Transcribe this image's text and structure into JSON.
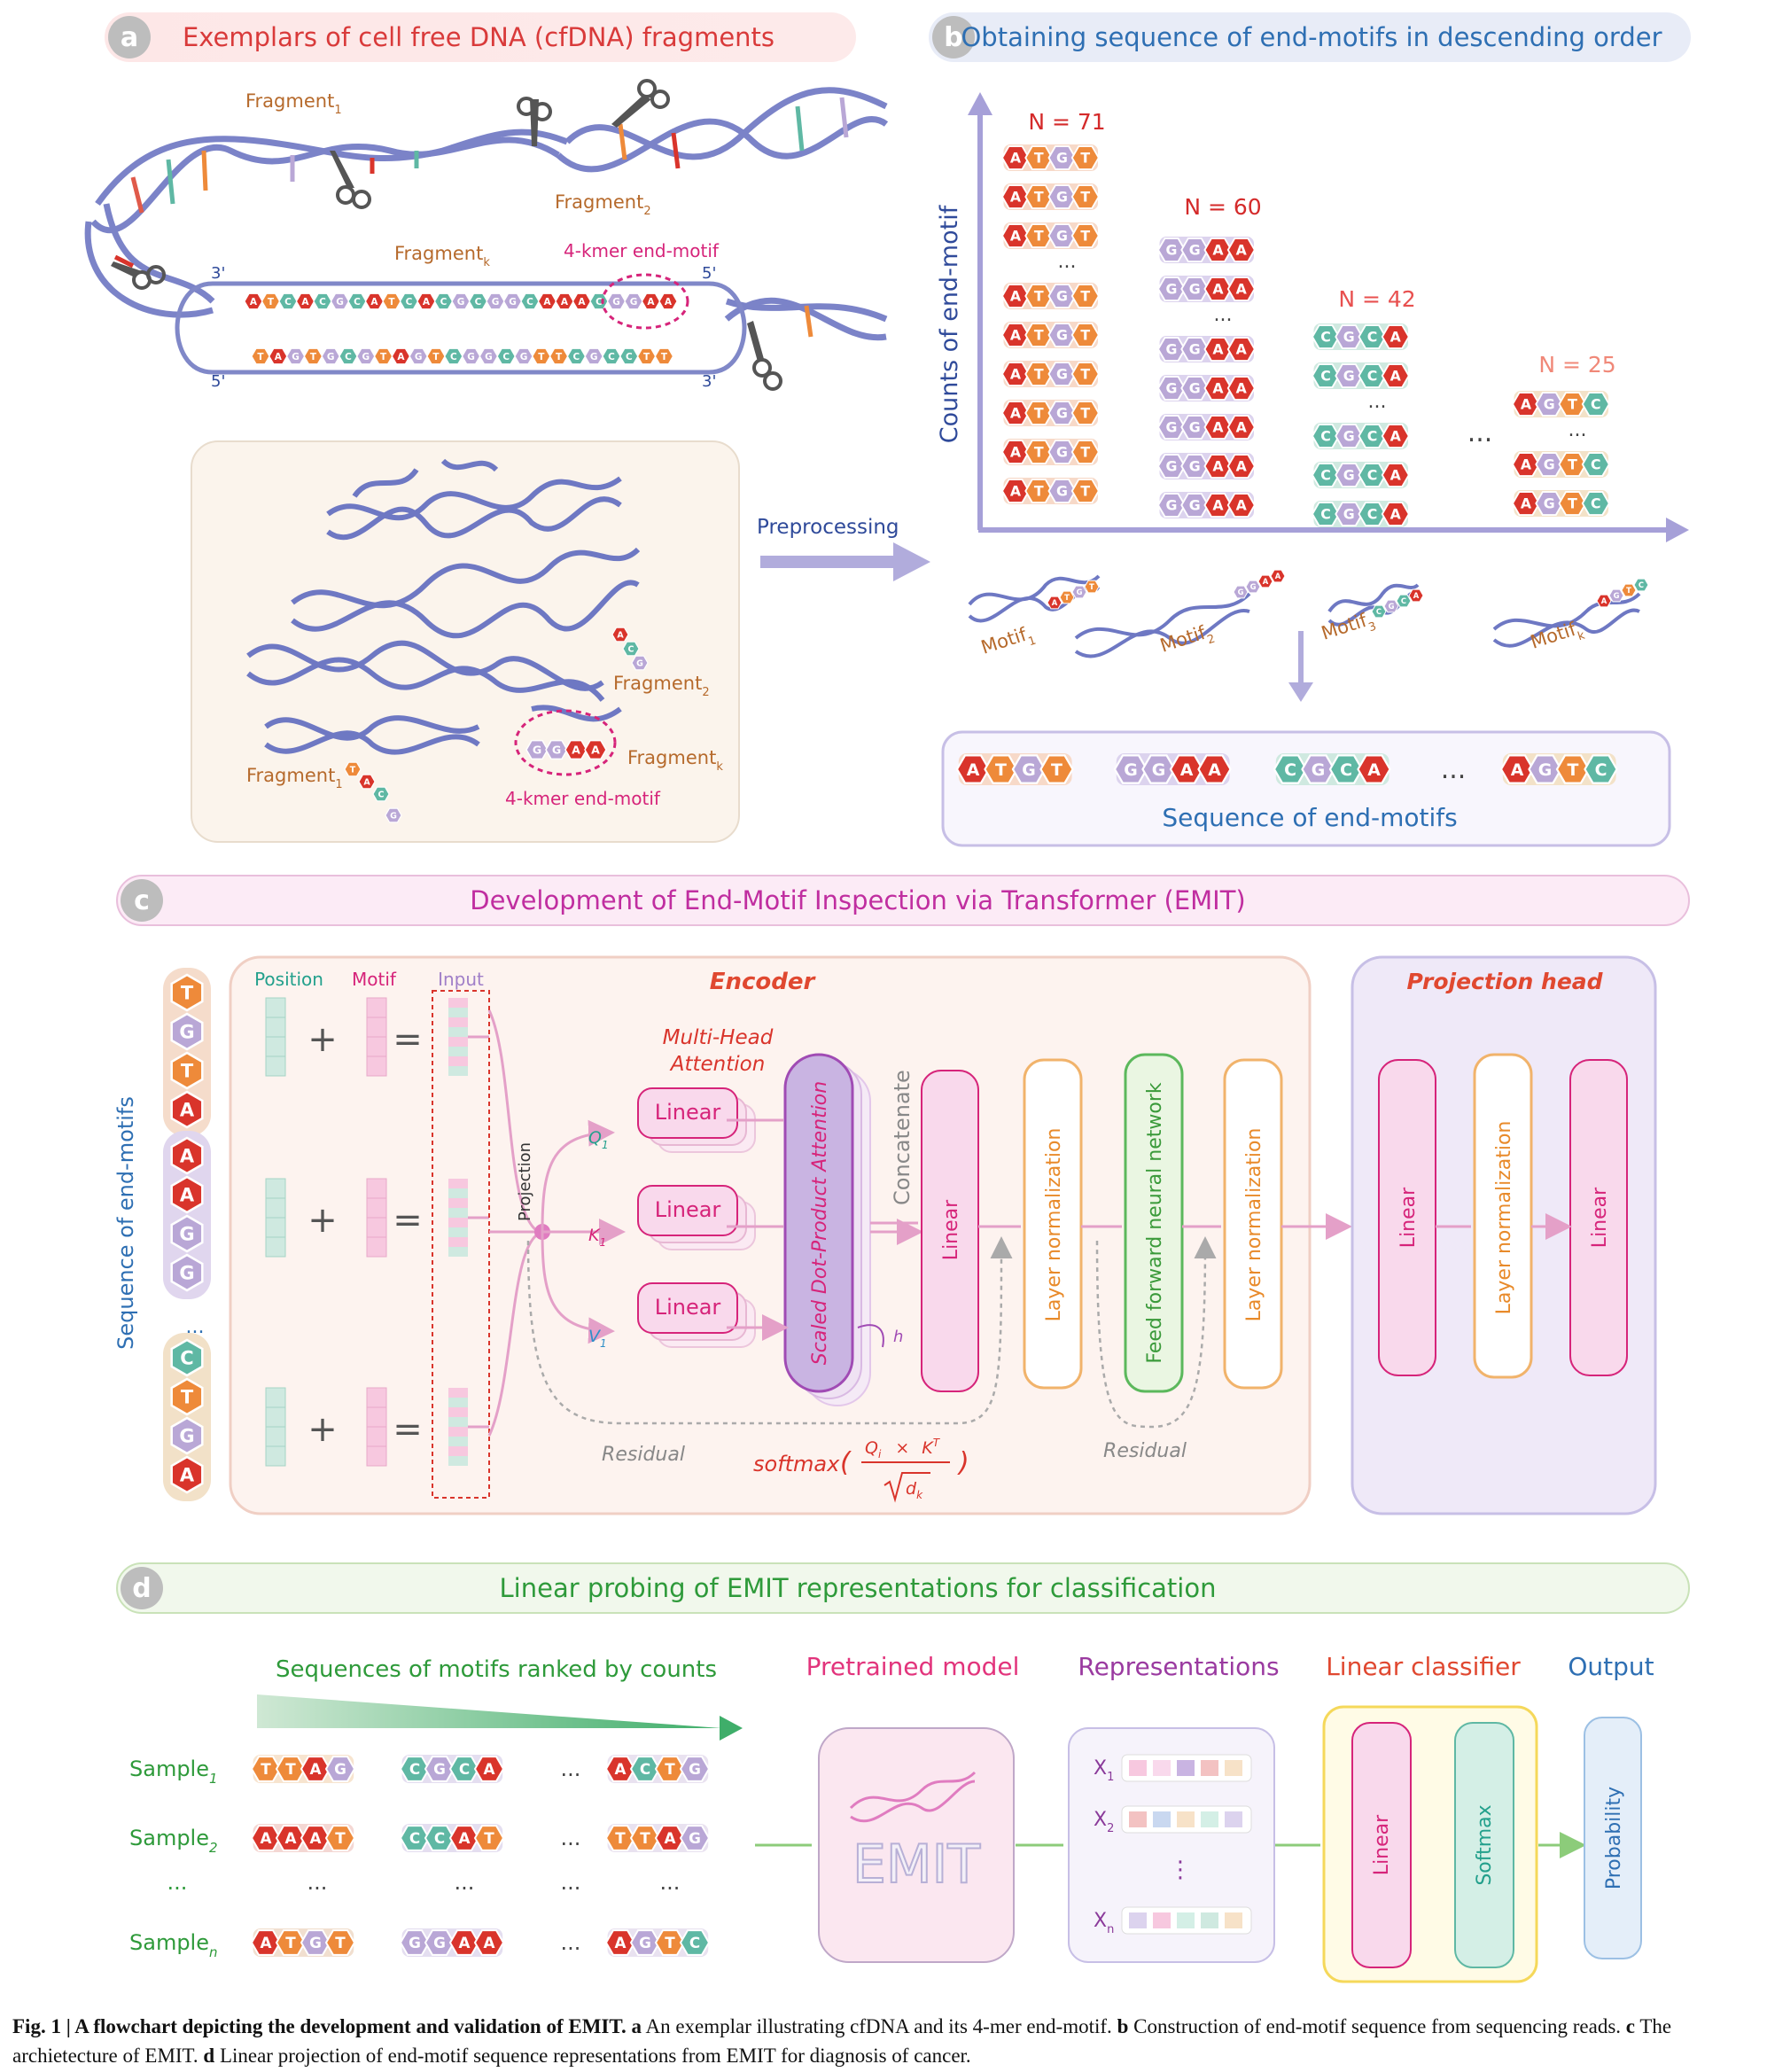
{
  "panels": {
    "a": {
      "letter": "a",
      "title": "Exemplars of cell free DNA (cfDNA) fragments"
    },
    "b": {
      "letter": "b",
      "title": "Obtaining sequence of end-motifs in descending order"
    },
    "c": {
      "letter": "c",
      "title": "Development of End-Motif Inspection via Transformer (EMIT)"
    },
    "d": {
      "letter": "d",
      "title": "Linear probing of EMIT representations for classification"
    }
  },
  "panel_a": {
    "fragment1": "Fragment",
    "sub1": "1",
    "fragment2": "Fragment",
    "sub2": "2",
    "fragmentk": "Fragment",
    "subk": "k",
    "endmotif": "4-kmer end-motif",
    "three_prime": "3'",
    "five_prime": "5'",
    "top_strand": "ATCACGCATCACGCGGCAAACGGAA",
    "bottom_strand": "TAGTGCGTAGTCGGCGTTCGCCTT",
    "preprocessing": "Preprocessing",
    "cluster_fragment1": "Fragment",
    "cluster_sub1": "1",
    "cluster_fragment2": "Fragment",
    "cluster_sub2": "2",
    "cluster_fragmentk": "Fragment",
    "cluster_subk": "k",
    "cluster_endmotif": "4-kmer end-motif"
  },
  "panel_b": {
    "ylabel": "Counts of end-motif",
    "columns": [
      {
        "n": "N = 71",
        "motif": "ATGT",
        "color": "#d42a2a"
      },
      {
        "n": "N = 60",
        "motif": "GGAA",
        "color": "#d42a2a"
      },
      {
        "n": "N = 42",
        "motif": "CGCA",
        "color": "#e8504f"
      },
      {
        "n": "N = 25",
        "motif": "AGTC",
        "color": "#f08878"
      }
    ],
    "dots": "...",
    "motif_labels": [
      {
        "t": "Motif",
        "s": "1"
      },
      {
        "t": "Motif",
        "s": "2"
      },
      {
        "t": "Motif",
        "s": "3"
      },
      {
        "t": "Motif",
        "s": "k"
      }
    ],
    "sequence_label": "Sequence of end-motifs"
  },
  "panel_c": {
    "seq_label": "Sequence of end-motifs",
    "position": "Position",
    "motif": "Motif",
    "input": "Input",
    "encoder": "Encoder",
    "mha": "Multi-Head",
    "mha2": "Attention",
    "projection": "Projection",
    "linear": "Linear",
    "q": "Q",
    "k": "K",
    "v": "V",
    "sub": "1",
    "sdpa": "Scaled Dot-Product Attention",
    "h": "h",
    "concatenate": "Concatenate",
    "layernorm": "Layer normalization",
    "ffn": "Feed forward neural network",
    "residual": "Residual",
    "softmax": "softmax",
    "formula_q": "Q",
    "formula_i": "i",
    "formula_x": "×",
    "formula_k": "K",
    "formula_t": "T",
    "formula_d": "d",
    "formula_dk": "k",
    "projection_head": "Projection head"
  },
  "panel_d": {
    "ranked": "Sequences of motifs ranked by counts",
    "samples": [
      {
        "t": "Sample",
        "s": "1",
        "m": [
          "TTAG",
          "CGCA",
          "ACTG"
        ]
      },
      {
        "t": "Sample",
        "s": "2",
        "m": [
          "AAAT",
          "CCAT",
          "TTAG"
        ]
      },
      {
        "t": "Sample",
        "s": "n",
        "m": [
          "ATGT",
          "GGAA",
          "AGTC"
        ]
      }
    ],
    "dots": "...",
    "pretrained": "Pretrained model",
    "emit": "EMIT",
    "representations": "Representations",
    "x_labels": [
      {
        "t": "X",
        "s": "1"
      },
      {
        "t": "X",
        "s": "2"
      },
      {
        "t": "X",
        "s": "n"
      }
    ],
    "linear_classifier": "Linear classifier",
    "linear": "Linear",
    "softmax": "Softmax",
    "output": "Output",
    "probability": "Probability"
  },
  "caption": {
    "fig": "Fig. 1 | A flowchart depicting the development and validation of EMIT.",
    "a_label": "a",
    "a_text": "An exemplar illustrating cfDNA and its 4-mer end-motif.",
    "b_label": "b",
    "b_text": "Construction of end-motif sequence from sequencing reads.",
    "c_label": "c",
    "c_text": "The archietecture of EMIT.",
    "d_label": "d",
    "d_text": "Linear projection of end-motif sequence representations from EMIT for diagnosis of cancer."
  },
  "colors": {
    "A": "#d9342b",
    "T": "#ee8a3a",
    "G": "#b9a7d6",
    "C": "#5fb8a4"
  }
}
